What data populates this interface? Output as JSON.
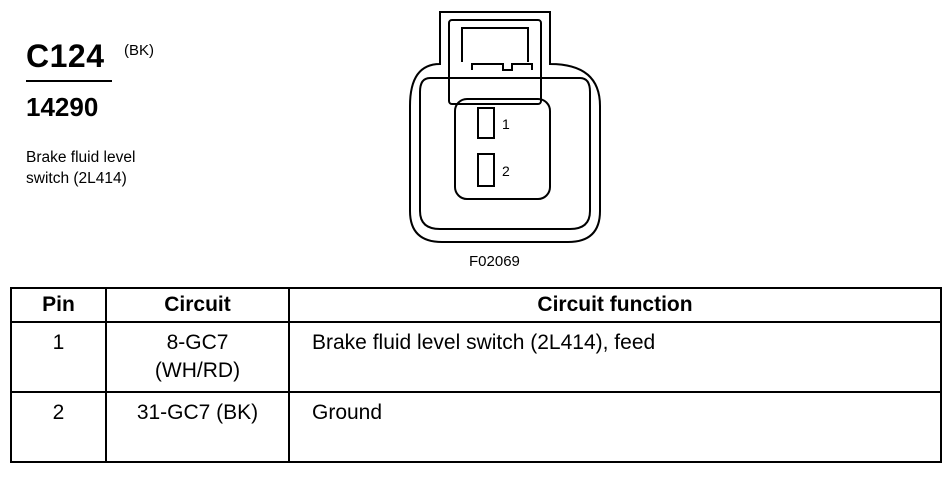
{
  "connector": {
    "id": "C124",
    "color": "(BK)",
    "part_number": "14290",
    "description_lines": [
      "Brake fluid level",
      "switch (2L414)"
    ]
  },
  "figure": {
    "id": "F02069",
    "pin_labels": [
      "1",
      "2"
    ]
  },
  "table": {
    "headers": [
      "Pin",
      "Circuit",
      "Circuit function"
    ],
    "rows": [
      {
        "pin": "1",
        "circuit_lines": [
          "8-GC7",
          "(WH/RD)"
        ],
        "function": "Brake fluid level switch (2L414), feed"
      },
      {
        "pin": "2",
        "circuit_lines": [
          "31-GC7 (BK)"
        ],
        "function": "Ground"
      }
    ]
  }
}
